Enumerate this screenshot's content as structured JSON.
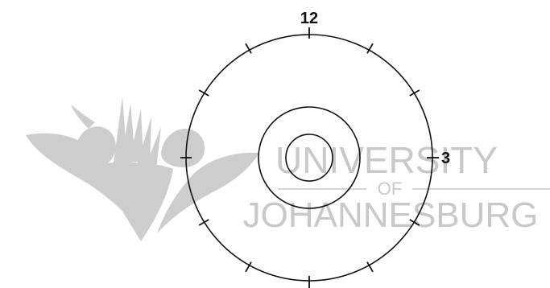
{
  "diagram": {
    "labels": {
      "twelve": "12",
      "three": "3"
    },
    "colors": {
      "ink": "#111111",
      "watermark": "#c8c8c8"
    }
  },
  "watermark": {
    "line1": "UNIVERSITY",
    "line2": "OF",
    "line3": "JOHANNESBURG"
  }
}
